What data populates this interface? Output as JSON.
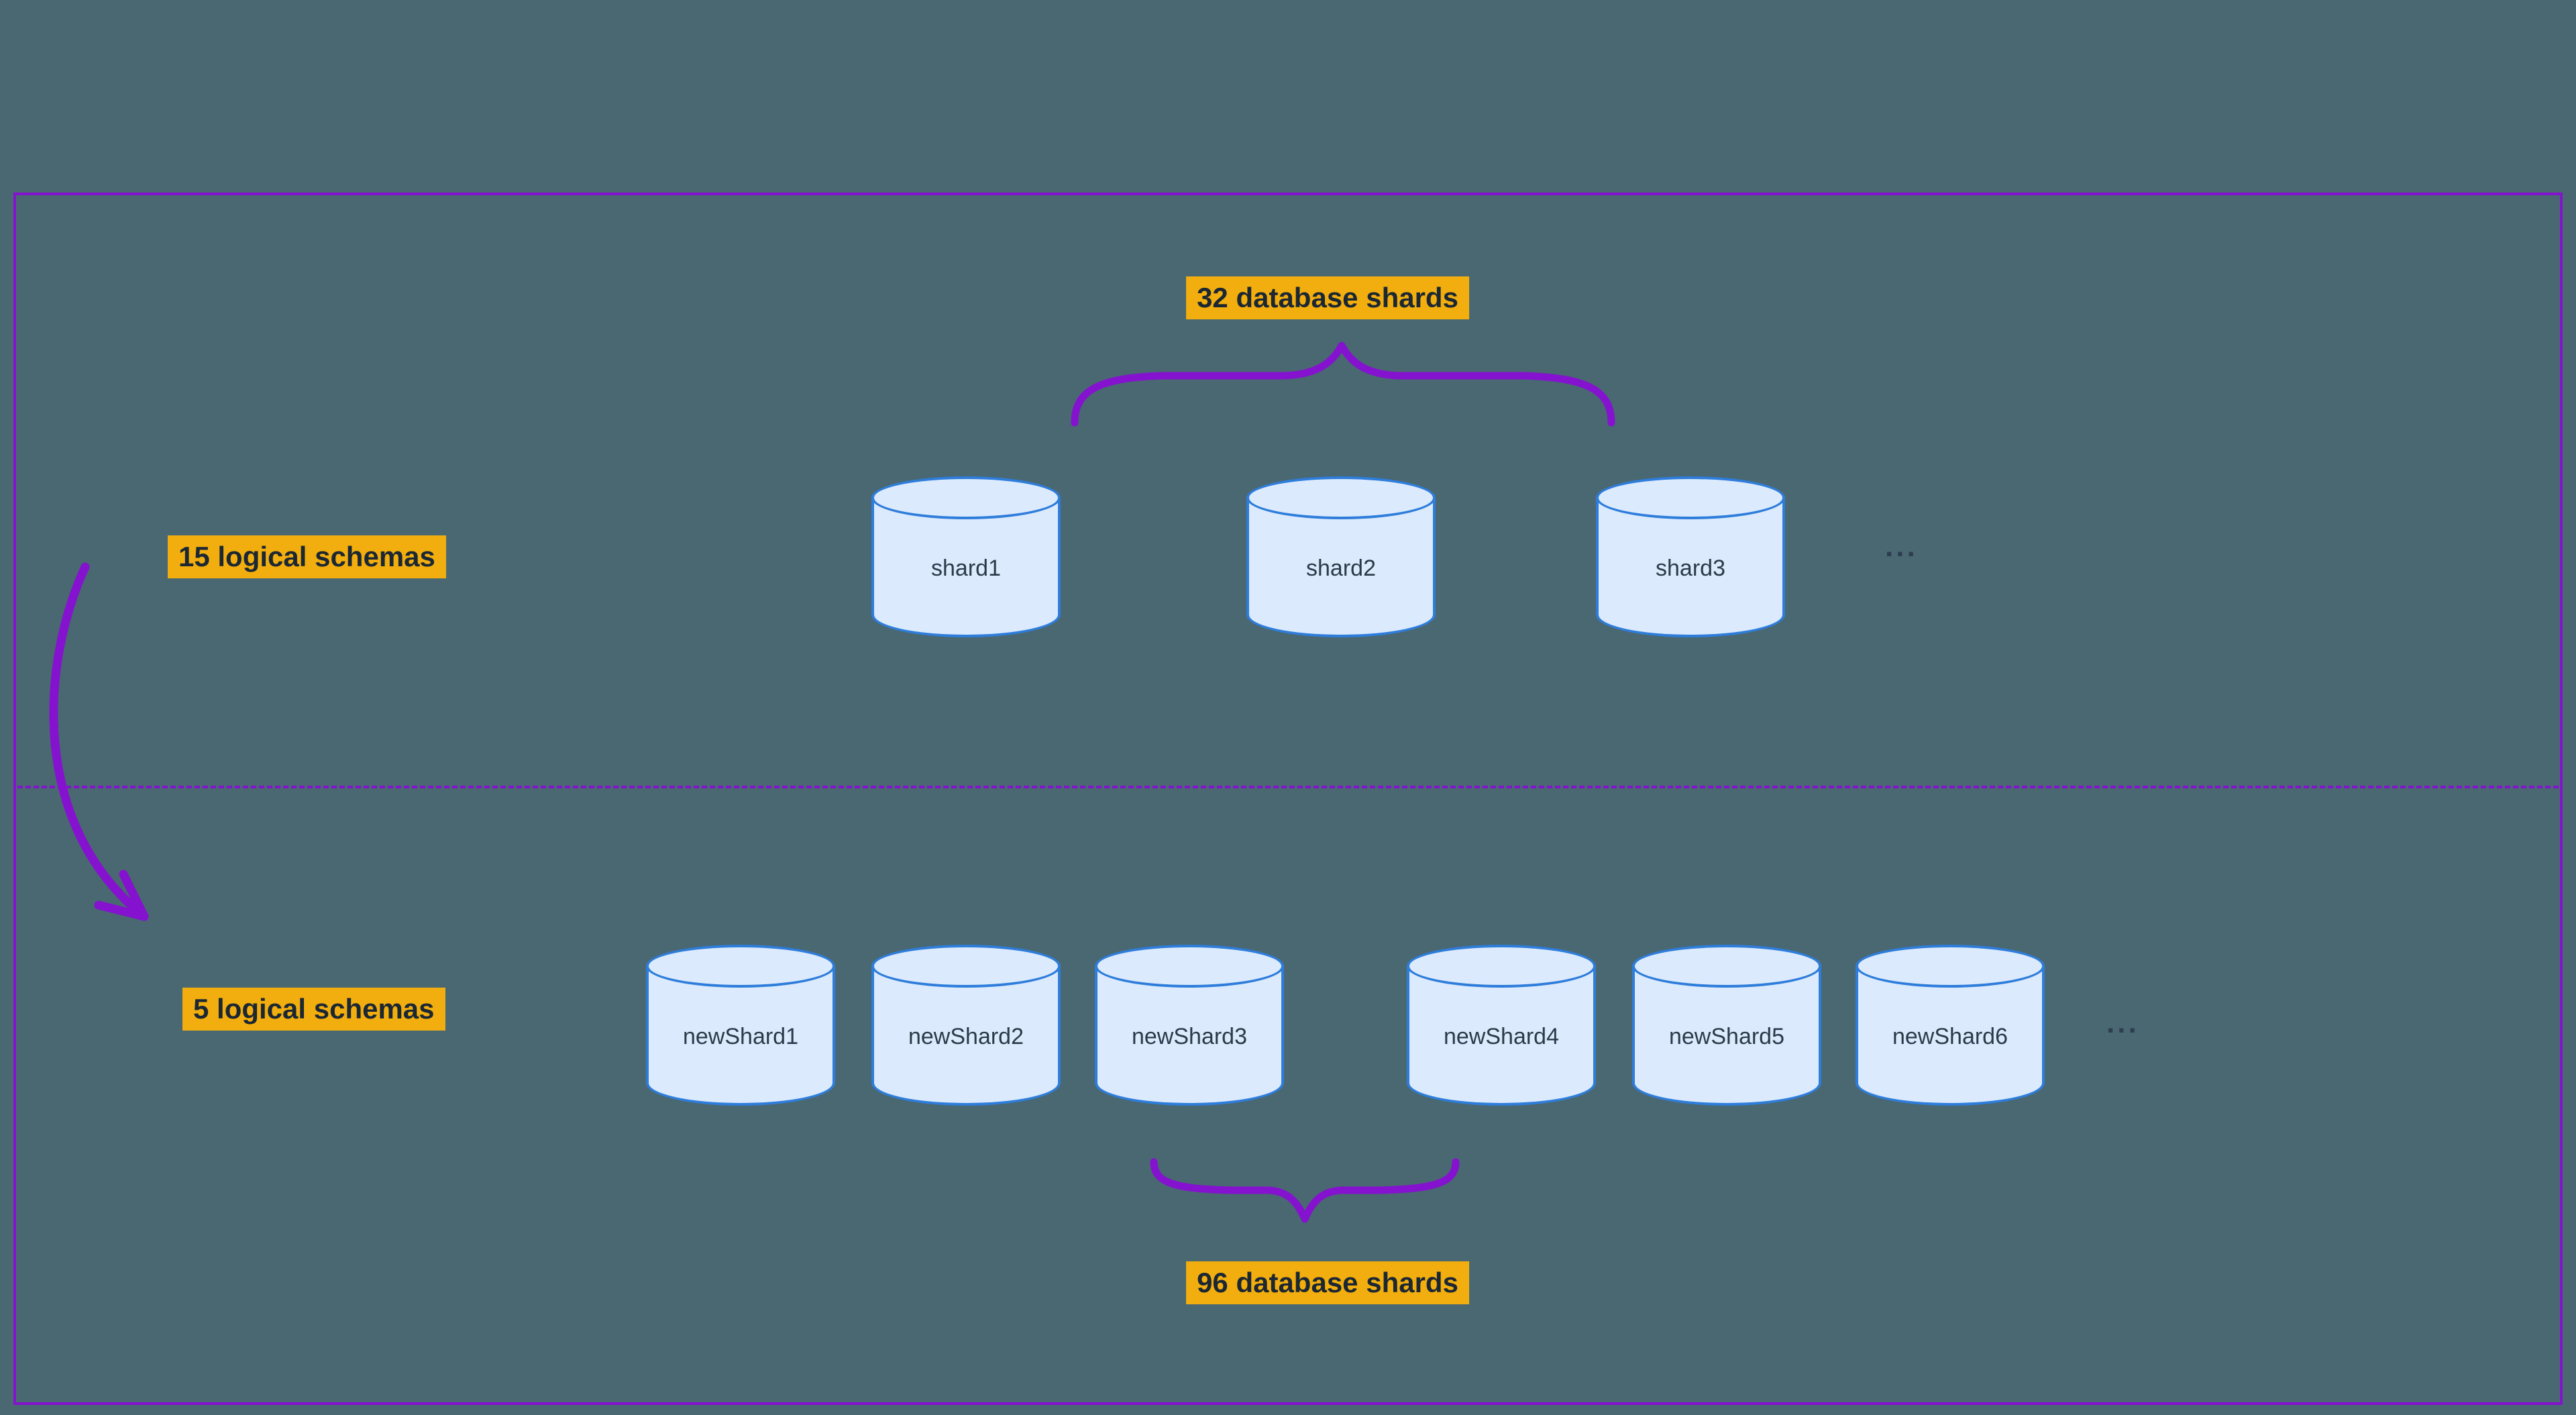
{
  "colors": {
    "background": "#4a6872",
    "accent_purple": "#8412cf",
    "label_background": "#f2ae0e",
    "label_text": "#1b2733",
    "cylinder_fill": "#dbeafc",
    "cylinder_stroke": "#2e7ddb"
  },
  "before": {
    "shard_count_label": "32 database shards",
    "schema_count_label": "15 logical schemas",
    "shards": [
      "shard1",
      "shard2",
      "shard3"
    ],
    "ellipsis": "..."
  },
  "after": {
    "shard_count_label": "96 database shards",
    "schema_count_label": "5 logical schemas",
    "shards": [
      "newShard1",
      "newShard2",
      "newShard3",
      "newShard4",
      "newShard5",
      "newShard6"
    ],
    "ellipsis": "..."
  }
}
